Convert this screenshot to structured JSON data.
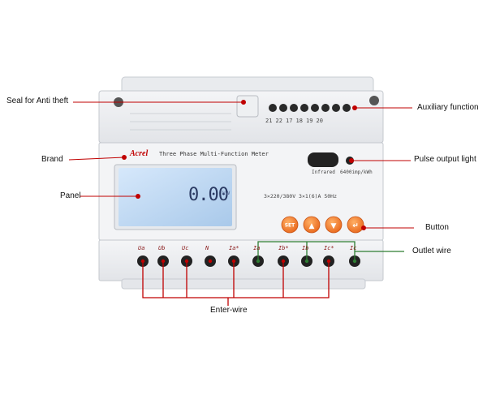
{
  "callouts": {
    "seal": "Seal for Anti theft",
    "auxiliary": "Auxiliary function",
    "brand": "Brand",
    "pulse": "Pulse output light",
    "panel": "Panel",
    "button": "Button",
    "outlet": "Outlet wire",
    "enter": "Enter-wire"
  },
  "meter": {
    "brand_name": "Acrel",
    "model_title": "Three Phase Multi-Function Meter",
    "display_value": "0.00",
    "display_unit": "kW",
    "infrared_label": "Infrared",
    "pulse_rate": "6400imp/kWh",
    "rating": "3×220/380V 3×1(6)A 50Hz",
    "aux_terminals": [
      "21",
      "22",
      "17",
      "18",
      "19",
      "20"
    ],
    "buttons": [
      "SET",
      "up",
      "down",
      "enter"
    ],
    "bottom_terminals": [
      "Ua",
      "Ub",
      "Uc",
      "N",
      "Ia*",
      "Ia",
      "Ib*",
      "Ib",
      "Ic*",
      "Ic"
    ]
  },
  "colors": {
    "enter_wire": "#c00000",
    "outlet_wire": "#2e7d32",
    "button_orange": "#f07a1a",
    "display_blue": "#bcd8f2"
  }
}
